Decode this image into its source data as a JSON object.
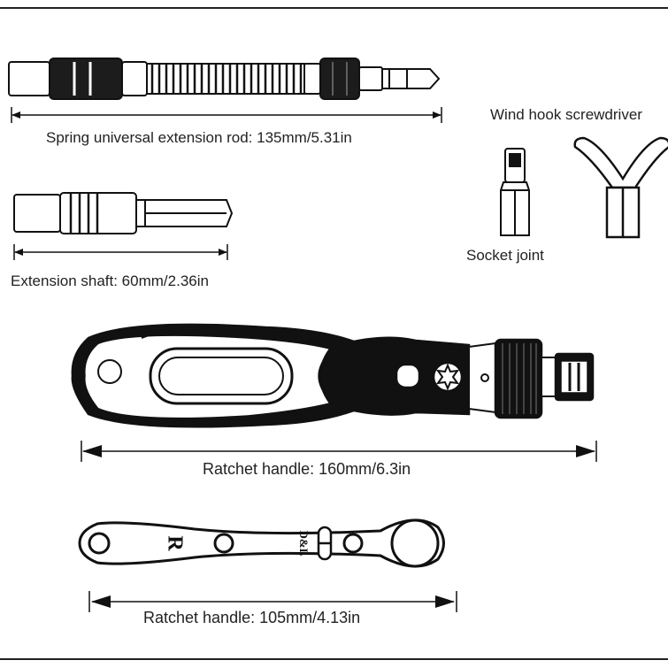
{
  "labels": {
    "spring_rod": "Spring universal extension rod: 135mm/5.31in",
    "extension_shaft": "Extension shaft: 60mm/2.36in",
    "wind_hook": "Wind hook screwdriver",
    "socket_joint": "Socket joint",
    "ratchet_handle_160": "Ratchet handle: 160mm/6.3in",
    "ratchet_handle_105": "Ratchet handle: 105mm/4.13in"
  },
  "wrench_marks": {
    "direction_letter": "R",
    "brand_mark": "D&L"
  }
}
